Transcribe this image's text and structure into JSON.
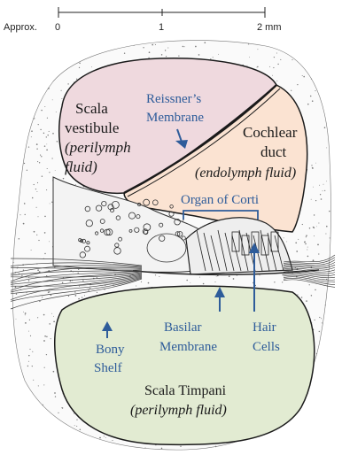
{
  "scale_bar": {
    "prefix": "Approx.",
    "ticks": [
      "0",
      "1",
      "2 mm"
    ]
  },
  "labels": {
    "scala_vestibule": [
      "Scala",
      "vestibule"
    ],
    "scala_vestibule_fluid": [
      "(perilymph",
      "fluid)"
    ],
    "reissners": [
      "Reissner’s",
      "Membrane"
    ],
    "cochlear_duct": [
      "Cochlear",
      "duct"
    ],
    "cochlear_duct_fluid": "(endolymph fluid)",
    "organ_of_corti": "Organ of Corti",
    "bony_shelf": [
      "Bony",
      "Shelf"
    ],
    "basilar": [
      "Basilar",
      "Membrane"
    ],
    "hair_cells": [
      "Hair",
      "Cells"
    ],
    "scala_timpani": "Scala Timpani",
    "scala_timpani_fluid": "(perilymph fluid)"
  },
  "colors": {
    "scala_vestibule_fill": "#efd9de",
    "cochlear_duct_fill": "#fbe3d2",
    "scala_timpani_fill": "#e2ebd2",
    "annotation_blue": "#2e5c9a",
    "outline": "#1a1a1a"
  }
}
